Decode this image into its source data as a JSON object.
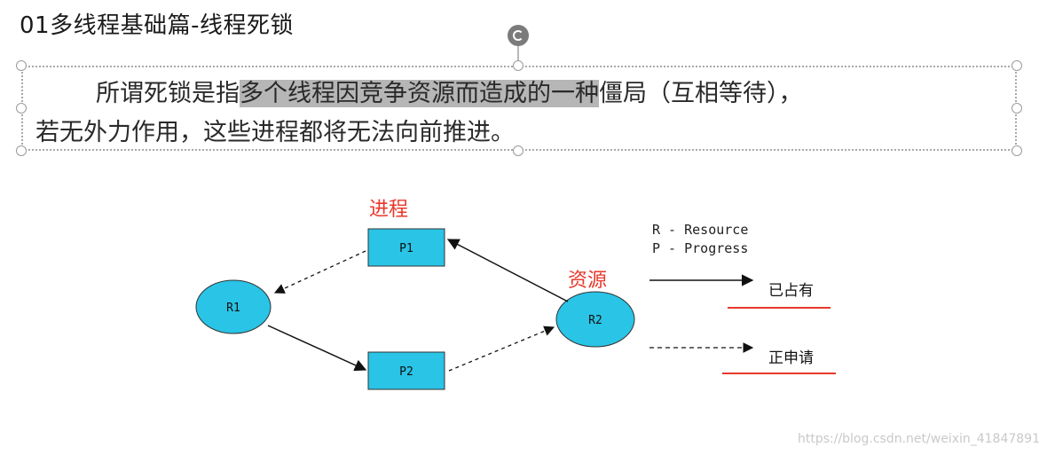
{
  "slide": {
    "title": "01多线程基础篇-线程死锁"
  },
  "paragraph": {
    "part1": "所谓死锁是指",
    "highlight": "多个线程因竞争资源而造成的一种",
    "part2": "僵局（互相等待），",
    "line2": "若无外力作用，这些进程都将无法向前推进。"
  },
  "diagram": {
    "label_process": "进程",
    "label_resource": "资源",
    "nodes": {
      "p1": "P1",
      "p2": "P2",
      "r1": "R1",
      "r2": "R2"
    },
    "legend": {
      "r_line": "R - Resource",
      "p_line": "P - Progress",
      "occupied": "已占有",
      "requesting": "正申请"
    },
    "colors": {
      "node_fill": "#29c4e6",
      "red_label": "#e8382b",
      "underline": "#e8382b"
    }
  },
  "watermark": "https://blog.csdn.net/weixin_41847891"
}
